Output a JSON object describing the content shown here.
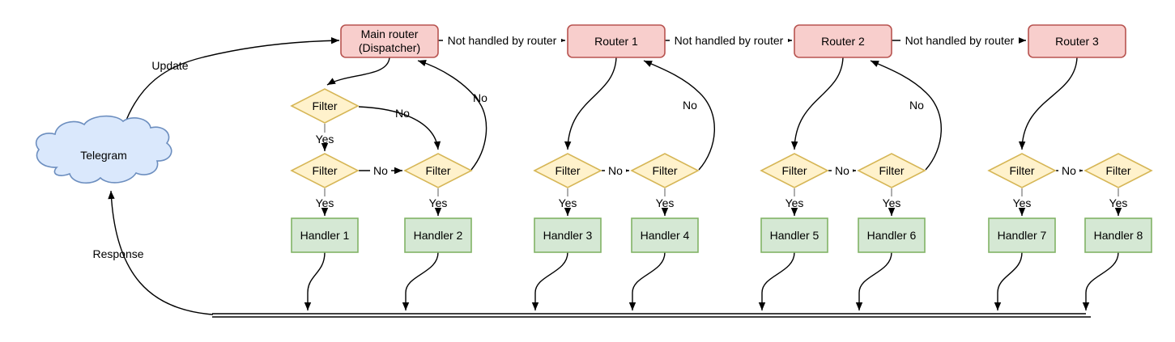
{
  "colors": {
    "router-fill": "#f8cecc",
    "router-stroke": "#b85450",
    "filter-fill": "#fff2cc",
    "filter-stroke": "#d6b656",
    "handler-fill": "#d5e8d4",
    "handler-stroke": "#82b366",
    "cloud-fill": "#dae8fc",
    "cloud-stroke": "#6c8ebf",
    "edge": "#000000",
    "stub": "#999999",
    "text": "#000000"
  },
  "cloud": {
    "label": "Telegram"
  },
  "routers": [
    {
      "line1": "Main router",
      "line2": "(Dispatcher)"
    },
    {
      "line1": "Router 1"
    },
    {
      "line1": "Router 2"
    },
    {
      "line1": "Router 3"
    }
  ],
  "filters": [
    {
      "label": "Filter"
    },
    {
      "label": "Filter"
    },
    {
      "label": "Filter"
    },
    {
      "label": "Filter"
    },
    {
      "label": "Filter"
    },
    {
      "label": "Filter"
    },
    {
      "label": "Filter"
    },
    {
      "label": "Filter"
    },
    {
      "label": "Filter"
    }
  ],
  "handlers": [
    {
      "label": "Handler 1"
    },
    {
      "label": "Handler 2"
    },
    {
      "label": "Handler 3"
    },
    {
      "label": "Handler 4"
    },
    {
      "label": "Handler 5"
    },
    {
      "label": "Handler 6"
    },
    {
      "label": "Handler 7"
    },
    {
      "label": "Handler 8"
    }
  ],
  "labels": {
    "update": "Update",
    "response": "Response",
    "not_handled": "Not handled by router",
    "yes": "Yes",
    "no": "No"
  }
}
